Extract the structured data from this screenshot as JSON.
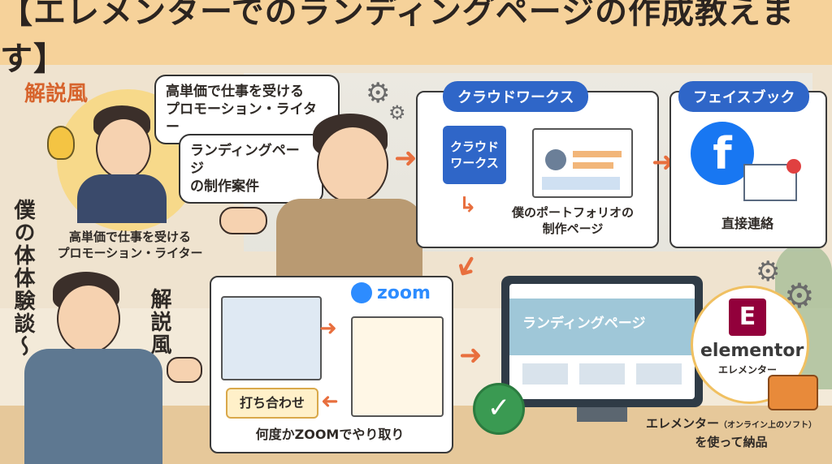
{
  "title": "【エレメンターでのランディングページの作成教えます】",
  "left": {
    "tag_top": "解説風",
    "caption_profile": "高単価で仕事を受ける\nプロモーション・ライター",
    "vertical_experience": "僕の体体験談〜",
    "vertical_explain": "解説風"
  },
  "center_bubbles": {
    "bubble1": "高単価で仕事を受ける\nプロモーション・ライター",
    "bubble2": "ランディングページ\nの制作案件"
  },
  "crowdworks": {
    "header": "クラウドワークス",
    "logo_text": "クラウド\nワークス",
    "portfolio_caption": "僕のポートフォリオの\n制作ページ"
  },
  "facebook": {
    "header": "フェイスブック",
    "logo_letter": "f",
    "caption": "直接連絡"
  },
  "zoom": {
    "logo_text": "zoom",
    "button_label": "打ち合わせ",
    "caption": "何度かZOOMでやり取り"
  },
  "monitor": {
    "hero_text": "ランディングページ"
  },
  "elementor": {
    "logo_letter": "E",
    "name": "elementor",
    "name_jp": "エレメンター",
    "caption_line1": "エレメンター",
    "caption_small": "（オンライン上のソフト）",
    "caption_line2": "を使って納品"
  },
  "colors": {
    "accent_orange": "#e86f3e",
    "crowdworks_blue": "#2f66c8",
    "facebook_blue": "#1877f2",
    "elementor_red": "#92003b",
    "check_green": "#3a9a52"
  }
}
